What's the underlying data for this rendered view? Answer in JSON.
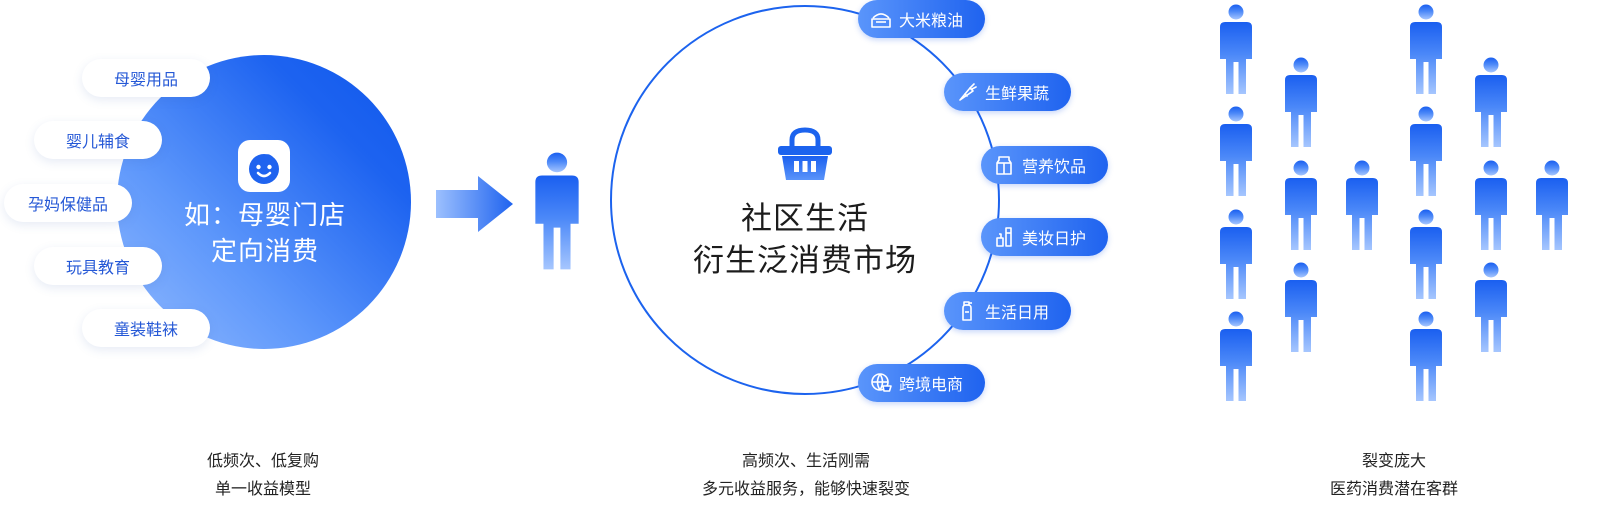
{
  "left": {
    "tags": [
      "母婴用品",
      "婴儿辅食",
      "孕妈保健品",
      "玩具教育",
      "童装鞋袜"
    ],
    "title_line1": "如：母婴门店",
    "title_line2": "定向消费",
    "caption_line1": "低频次、低复购",
    "caption_line2": "单一收益模型"
  },
  "middle": {
    "title_line1": "社区生活",
    "title_line2": "衍生泛消费市场",
    "categories": [
      "大米粮油",
      "生鲜果蔬",
      "营养饮品",
      "美妆日护",
      "生活日用",
      "跨境电商"
    ],
    "caption_line1": "高频次、生活刚需",
    "caption_line2": "多元收益服务，能够快速裂变"
  },
  "right": {
    "caption_line1": "裂变庞大",
    "caption_line2": "医药消费潜在客群"
  },
  "colors": {
    "primary": "#1c63ee",
    "light": "#8fb8fe",
    "text": "#222222"
  },
  "icons": [
    "baby-face-icon",
    "arrow-right-icon",
    "person-icon",
    "shopping-basket-icon",
    "rice-bowl-icon",
    "carrot-icon",
    "drink-carton-icon",
    "cosmetics-icon",
    "bottle-icon",
    "globe-cart-icon"
  ]
}
